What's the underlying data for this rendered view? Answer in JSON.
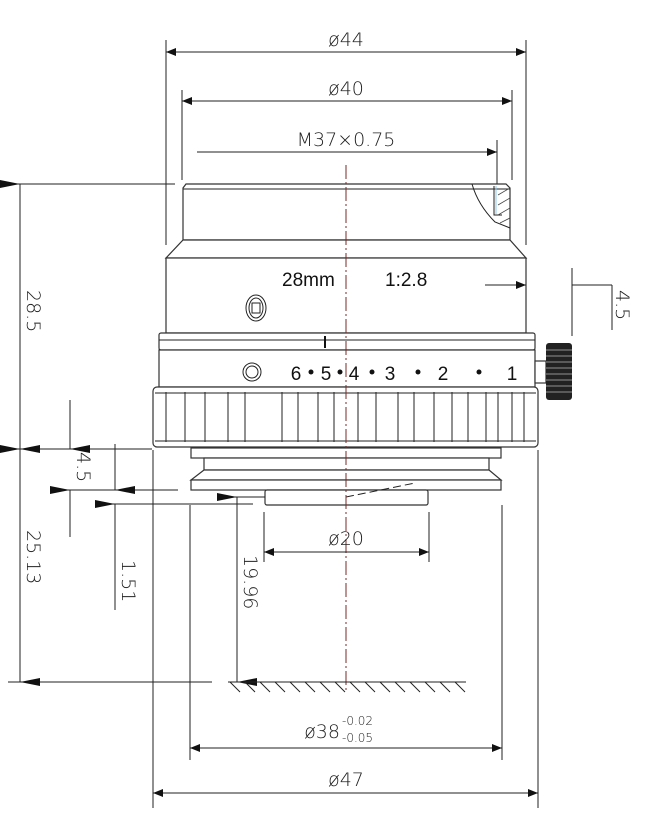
{
  "dimensions": {
    "d44": "ø44",
    "d40": "ø40",
    "thread": "M37×0.75",
    "h28_5": "28.5",
    "right4_5": "4.5",
    "left4_5": "4.5",
    "h25_13": "25.13",
    "h1_51": "1.51",
    "h19_96": "19.96",
    "d20": "ø20",
    "d38": "ø38",
    "d38_tol_upper": "-0.02",
    "d38_tol_lower": "-0.05",
    "d47": "ø47"
  },
  "lens": {
    "focal": "28mm",
    "aperture": "1:2.8",
    "scale": [
      "6",
      "5",
      "4",
      "3",
      "2",
      "1"
    ]
  }
}
